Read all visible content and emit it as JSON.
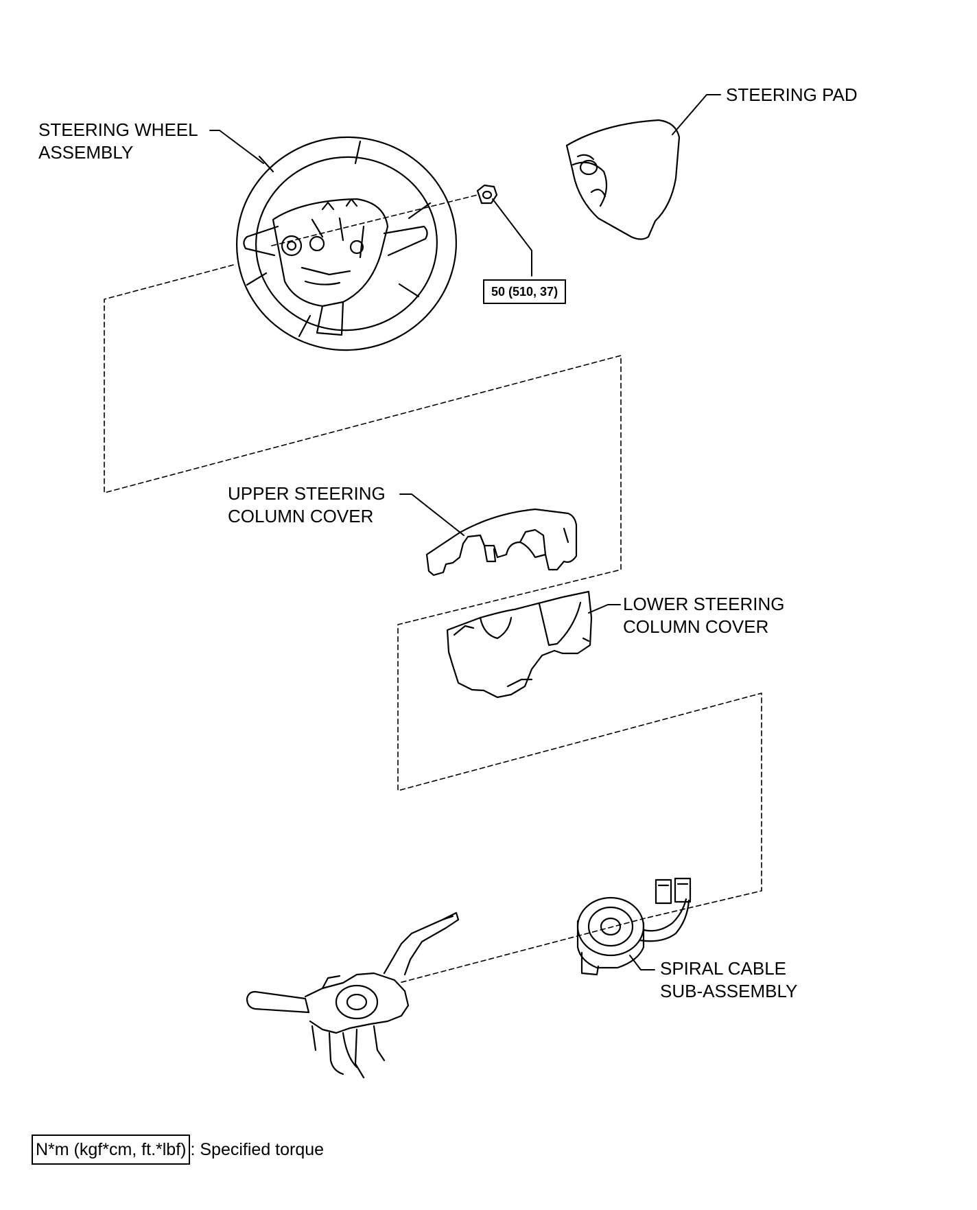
{
  "labels": {
    "steering_wheel": [
      "STEERING WHEEL",
      "ASSEMBLY"
    ],
    "steering_pad": "STEERING PAD",
    "upper_cover": [
      "UPPER STEERING",
      "COLUMN COVER"
    ],
    "lower_cover": [
      "LOWER STEERING",
      "COLUMN COVER"
    ],
    "spiral_cable": [
      "SPIRAL CABLE",
      "SUB-ASSEMBLY"
    ]
  },
  "torque_value": "50 (510, 37)",
  "legend": {
    "box_text": "N*m (kgf*cm, ft.*lbf)",
    "description": ": Specified torque"
  }
}
